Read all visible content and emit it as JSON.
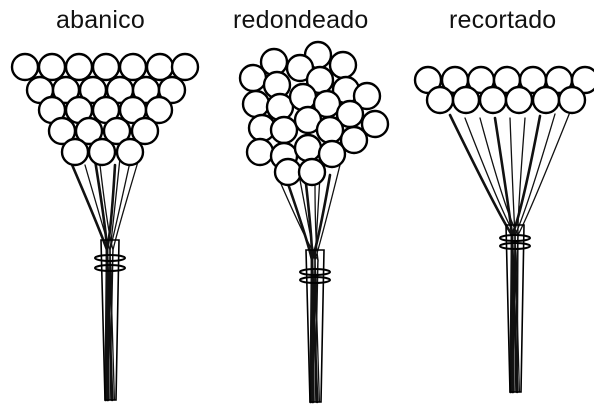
{
  "figures": [
    {
      "id": "fan",
      "label": "abanico"
    },
    {
      "id": "round",
      "label": "redondeado"
    },
    {
      "id": "cut",
      "label": "recortado"
    }
  ],
  "colors": {
    "ink": "#000000",
    "paper": "#ffffff"
  }
}
